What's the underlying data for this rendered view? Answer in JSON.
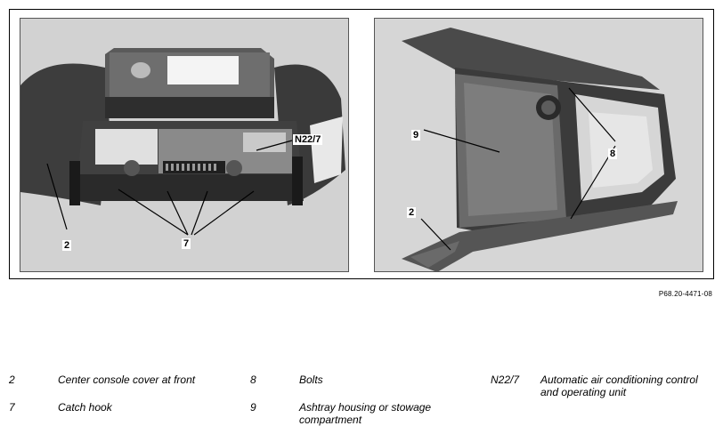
{
  "figure": {
    "left_callouts": {
      "n22_7": "N22/7",
      "two": "2",
      "seven": "7"
    },
    "right_callouts": {
      "nine": "9",
      "eight": "8",
      "two": "2"
    },
    "reference_code": "P68.20-4471-08"
  },
  "legend": {
    "col1": [
      {
        "key": "2",
        "text": "Center console cover at front"
      },
      {
        "key": "7",
        "text": "Catch hook"
      }
    ],
    "col2": [
      {
        "key": "8",
        "text": "Bolts"
      },
      {
        "key": "9",
        "text_line1": "Ashtray housing or stowage",
        "text_line2": "compartment"
      }
    ],
    "col3": [
      {
        "key": "N22/7",
        "text_line1": "Automatic air conditioning control",
        "text_line2": "and operating unit"
      }
    ]
  }
}
